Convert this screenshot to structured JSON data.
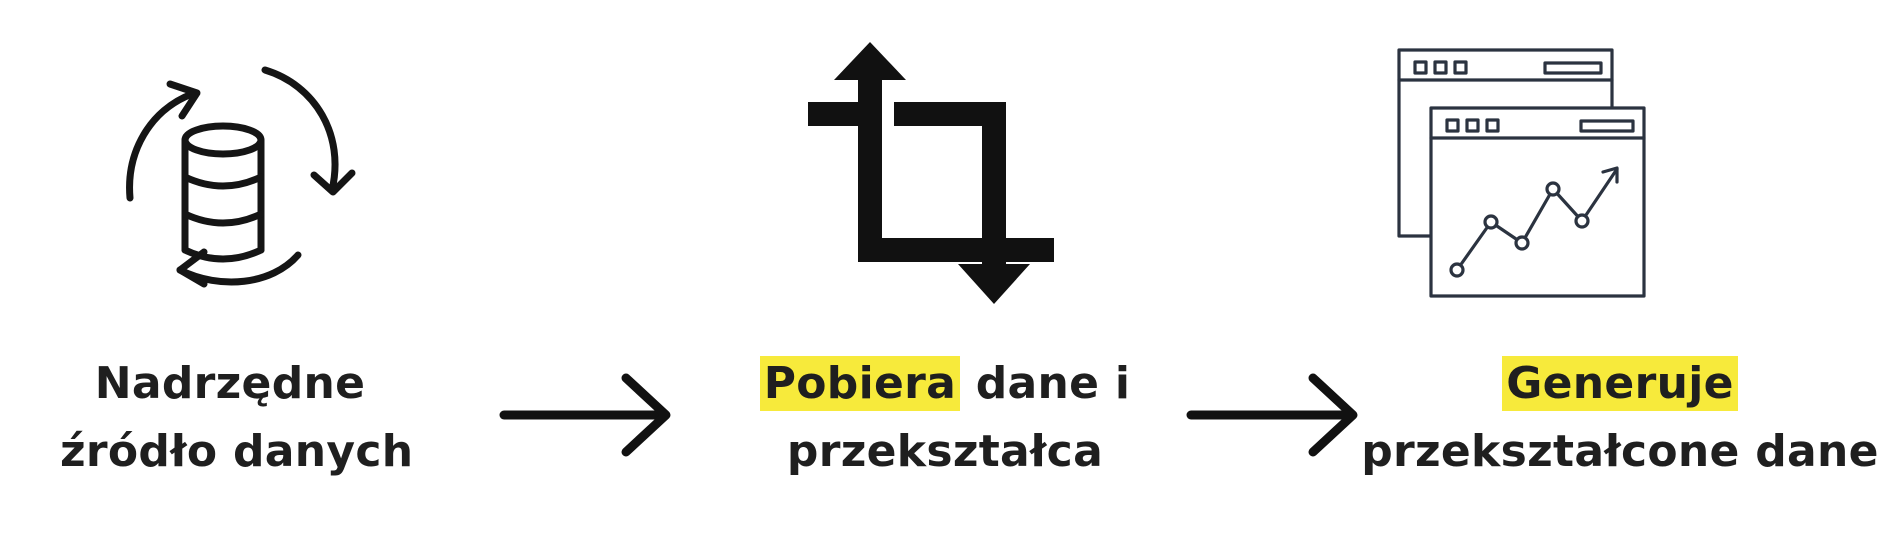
{
  "steps": [
    {
      "icon": "database-sync-icon",
      "line1": "Nadrzędne",
      "line2": "źródło danych"
    },
    {
      "icon": "crop-transform-icon",
      "highlight": "Pobiera",
      "line1_rest": " dane i",
      "line2": "przekształca"
    },
    {
      "icon": "dashboard-chart-icon",
      "highlight": "Generuje",
      "line2": "przekształcone dane"
    }
  ],
  "colors": {
    "highlight": "#f7ea3b",
    "text": "#1f1f1f",
    "icon_dark": "#111111",
    "icon_slate": "#2b3340"
  }
}
